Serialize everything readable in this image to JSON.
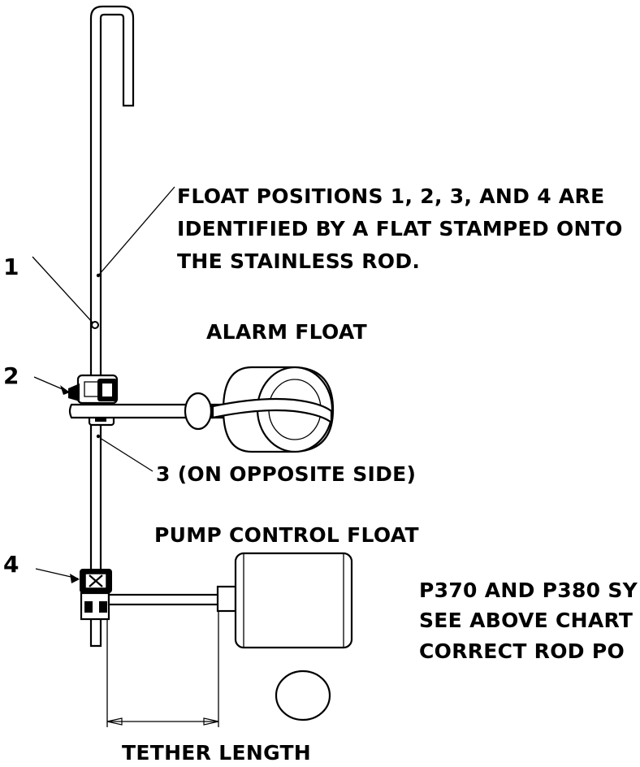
{
  "callouts": {
    "note": {
      "line1": "FLOAT POSITIONS 1, 2, 3, AND 4 ARE",
      "line2": "IDENTIFIED BY A FLAT STAMPED ONTO",
      "line3": "THE STAINLESS ROD."
    },
    "alarm_float": "ALARM FLOAT",
    "pump_control_float": "PUMP CONTROL FLOAT",
    "position_1": "1",
    "position_2": "2",
    "position_3": "3 (ON OPPOSITE SIDE)",
    "position_4": "4",
    "tether_length": "TETHER LENGTH"
  },
  "side_note": {
    "line1": "P370 AND P380 SY",
    "line2": "SEE ABOVE CHART",
    "line3": "CORRECT ROD PO"
  },
  "colors": {
    "ink": "#000000",
    "paper": "#ffffff"
  }
}
